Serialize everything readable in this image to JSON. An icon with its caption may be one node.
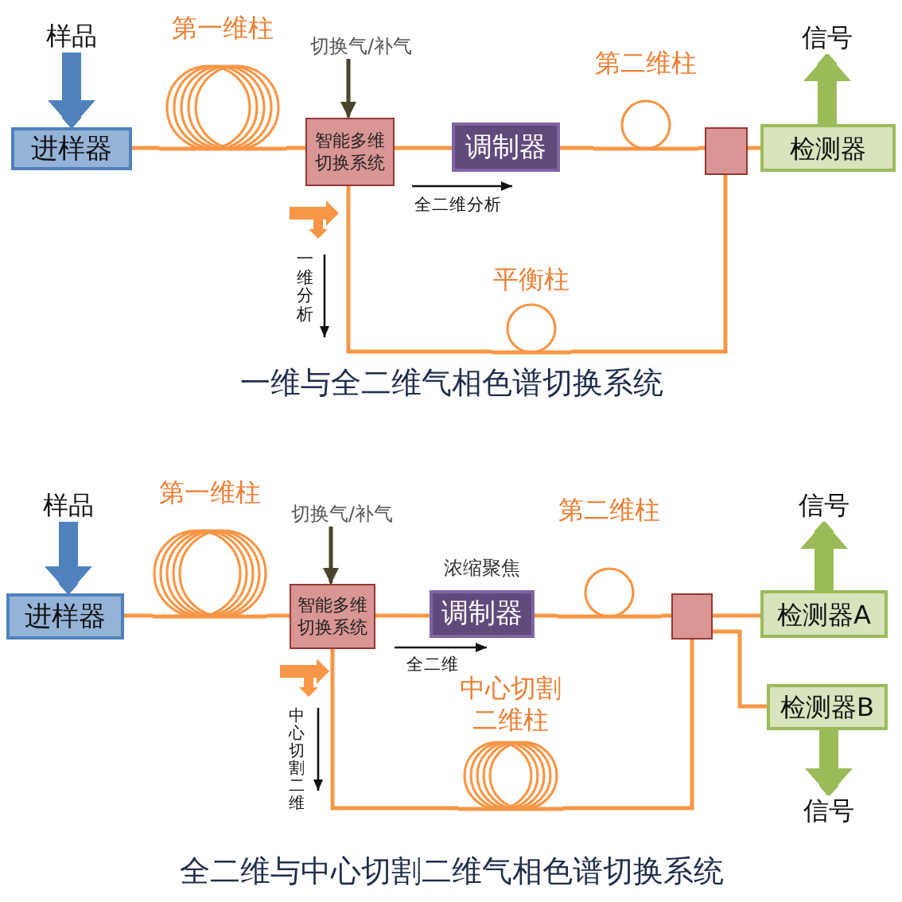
{
  "diagram": {
    "nodes": [
      {
        "text": [
          "样品"
        ]
      },
      {
        "text": [
          "第一维柱"
        ]
      },
      {
        "text": [
          "切换气/补气"
        ]
      },
      {
        "text": [
          "第二维柱"
        ]
      },
      {
        "text": [
          "信号"
        ]
      },
      {
        "text": [
          "进样器"
        ]
      },
      {
        "text": [
          "智能多维切换系统"
        ]
      },
      {
        "text": [
          "调制器"
        ]
      },
      {
        "text": [],
        "shape": "box"
      },
      {
        "text": [
          "检测器"
        ]
      },
      {
        "text": [
          "平衡柱"
        ]
      },
      {
        "text": [
          "样品"
        ]
      },
      {
        "text": [
          "第一维柱"
        ]
      },
      {
        "text": [
          "切换气/补气"
        ]
      },
      {
        "text": [
          "第二维柱"
        ]
      },
      {
        "text": [
          "信号"
        ]
      },
      {
        "text": [
          "进样器"
        ]
      },
      {
        "text": [
          "智能多维切换系统"
        ]
      },
      {
        "text": [
          "调制器"
        ],
        "beside": [
          "浓缩聚焦"
        ]
      },
      {
        "text": [],
        "shape": "box"
      },
      {
        "text": [
          "检测器A"
        ]
      },
      {
        "text": [
          "中心切割二维柱"
        ]
      },
      {
        "text": [
          "检测器B"
        ]
      },
      {
        "text": [
          "信号"
        ]
      }
    ],
    "edges": [
      {
        "from": 0,
        "to": 5,
        "arrow": "to",
        "style": "thick",
        "color": "#4f81bd"
      },
      {
        "from": 5,
        "to": 1,
        "arrow": "none"
      },
      {
        "from": 1,
        "to": 6,
        "arrow": "none"
      },
      {
        "from": 2,
        "to": 6,
        "arrow": "to",
        "color": "#4a452a"
      },
      {
        "from": 6,
        "to": 7,
        "arrow": "none"
      },
      {
        "from": 7,
        "to": 3,
        "arrow": "none"
      },
      {
        "from": 3,
        "to": 8,
        "arrow": "none"
      },
      {
        "from": 8,
        "to": 9,
        "arrow": "none"
      },
      {
        "from": 9,
        "to": 4,
        "arrow": "to",
        "style": "thick",
        "color": "#9bbb59"
      },
      {
        "from": 6,
        "to": 10,
        "arrow": "none"
      },
      {
        "from": 10,
        "to": 8,
        "arrow": "none"
      },
      {
        "from": 11,
        "to": 16,
        "arrow": "to",
        "style": "thick",
        "color": "#4f81bd"
      },
      {
        "from": 16,
        "to": 12,
        "arrow": "none"
      },
      {
        "from": 12,
        "to": 17,
        "arrow": "none"
      },
      {
        "from": 13,
        "to": 17,
        "arrow": "to",
        "color": "#4a452a"
      },
      {
        "from": 17,
        "to": 18,
        "arrow": "none"
      },
      {
        "from": 18,
        "to": 14,
        "arrow": "none"
      },
      {
        "from": 14,
        "to": 19,
        "arrow": "none"
      },
      {
        "from": 19,
        "to": 20,
        "arrow": "none"
      },
      {
        "from": 19,
        "to": 22,
        "arrow": "none"
      },
      {
        "from": 20,
        "to": 15,
        "arrow": "to",
        "style": "thick",
        "color": "#9bbb59"
      },
      {
        "from": 22,
        "to": 23,
        "arrow": "to",
        "style": "thick",
        "color": "#9bbb59"
      },
      {
        "from": 17,
        "to": 21,
        "arrow": "none"
      },
      {
        "from": 21,
        "to": 19,
        "arrow": "none"
      }
    ],
    "labels": [
      "全二维分析",
      "一维分析",
      "一维与全二维气相色谱切换系统",
      "全二维",
      "中心切割二维",
      "全二维与中心切割二维气相色谱切换系统"
    ]
  }
}
